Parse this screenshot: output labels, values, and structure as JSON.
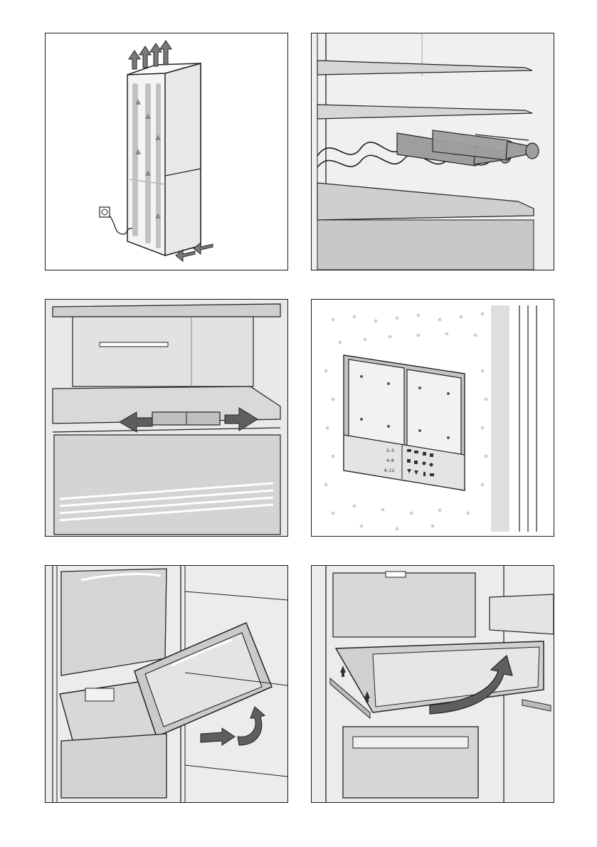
{
  "panels": [
    {
      "id": "ventilation",
      "icon": "air-circulation-illustration"
    },
    {
      "id": "bottle-rack",
      "icon": "bottle-rack-illustration"
    },
    {
      "id": "humidity-slider",
      "icon": "slider-arrows-illustration"
    },
    {
      "id": "storage-chart",
      "icon": "storage-chart-illustration",
      "chart_rows": [
        "2–3",
        "4–8",
        "6–12"
      ]
    },
    {
      "id": "crisper-removal",
      "icon": "crisper-drawer-illustration"
    },
    {
      "id": "drawer-removal",
      "icon": "drawer-removal-illustration"
    }
  ]
}
